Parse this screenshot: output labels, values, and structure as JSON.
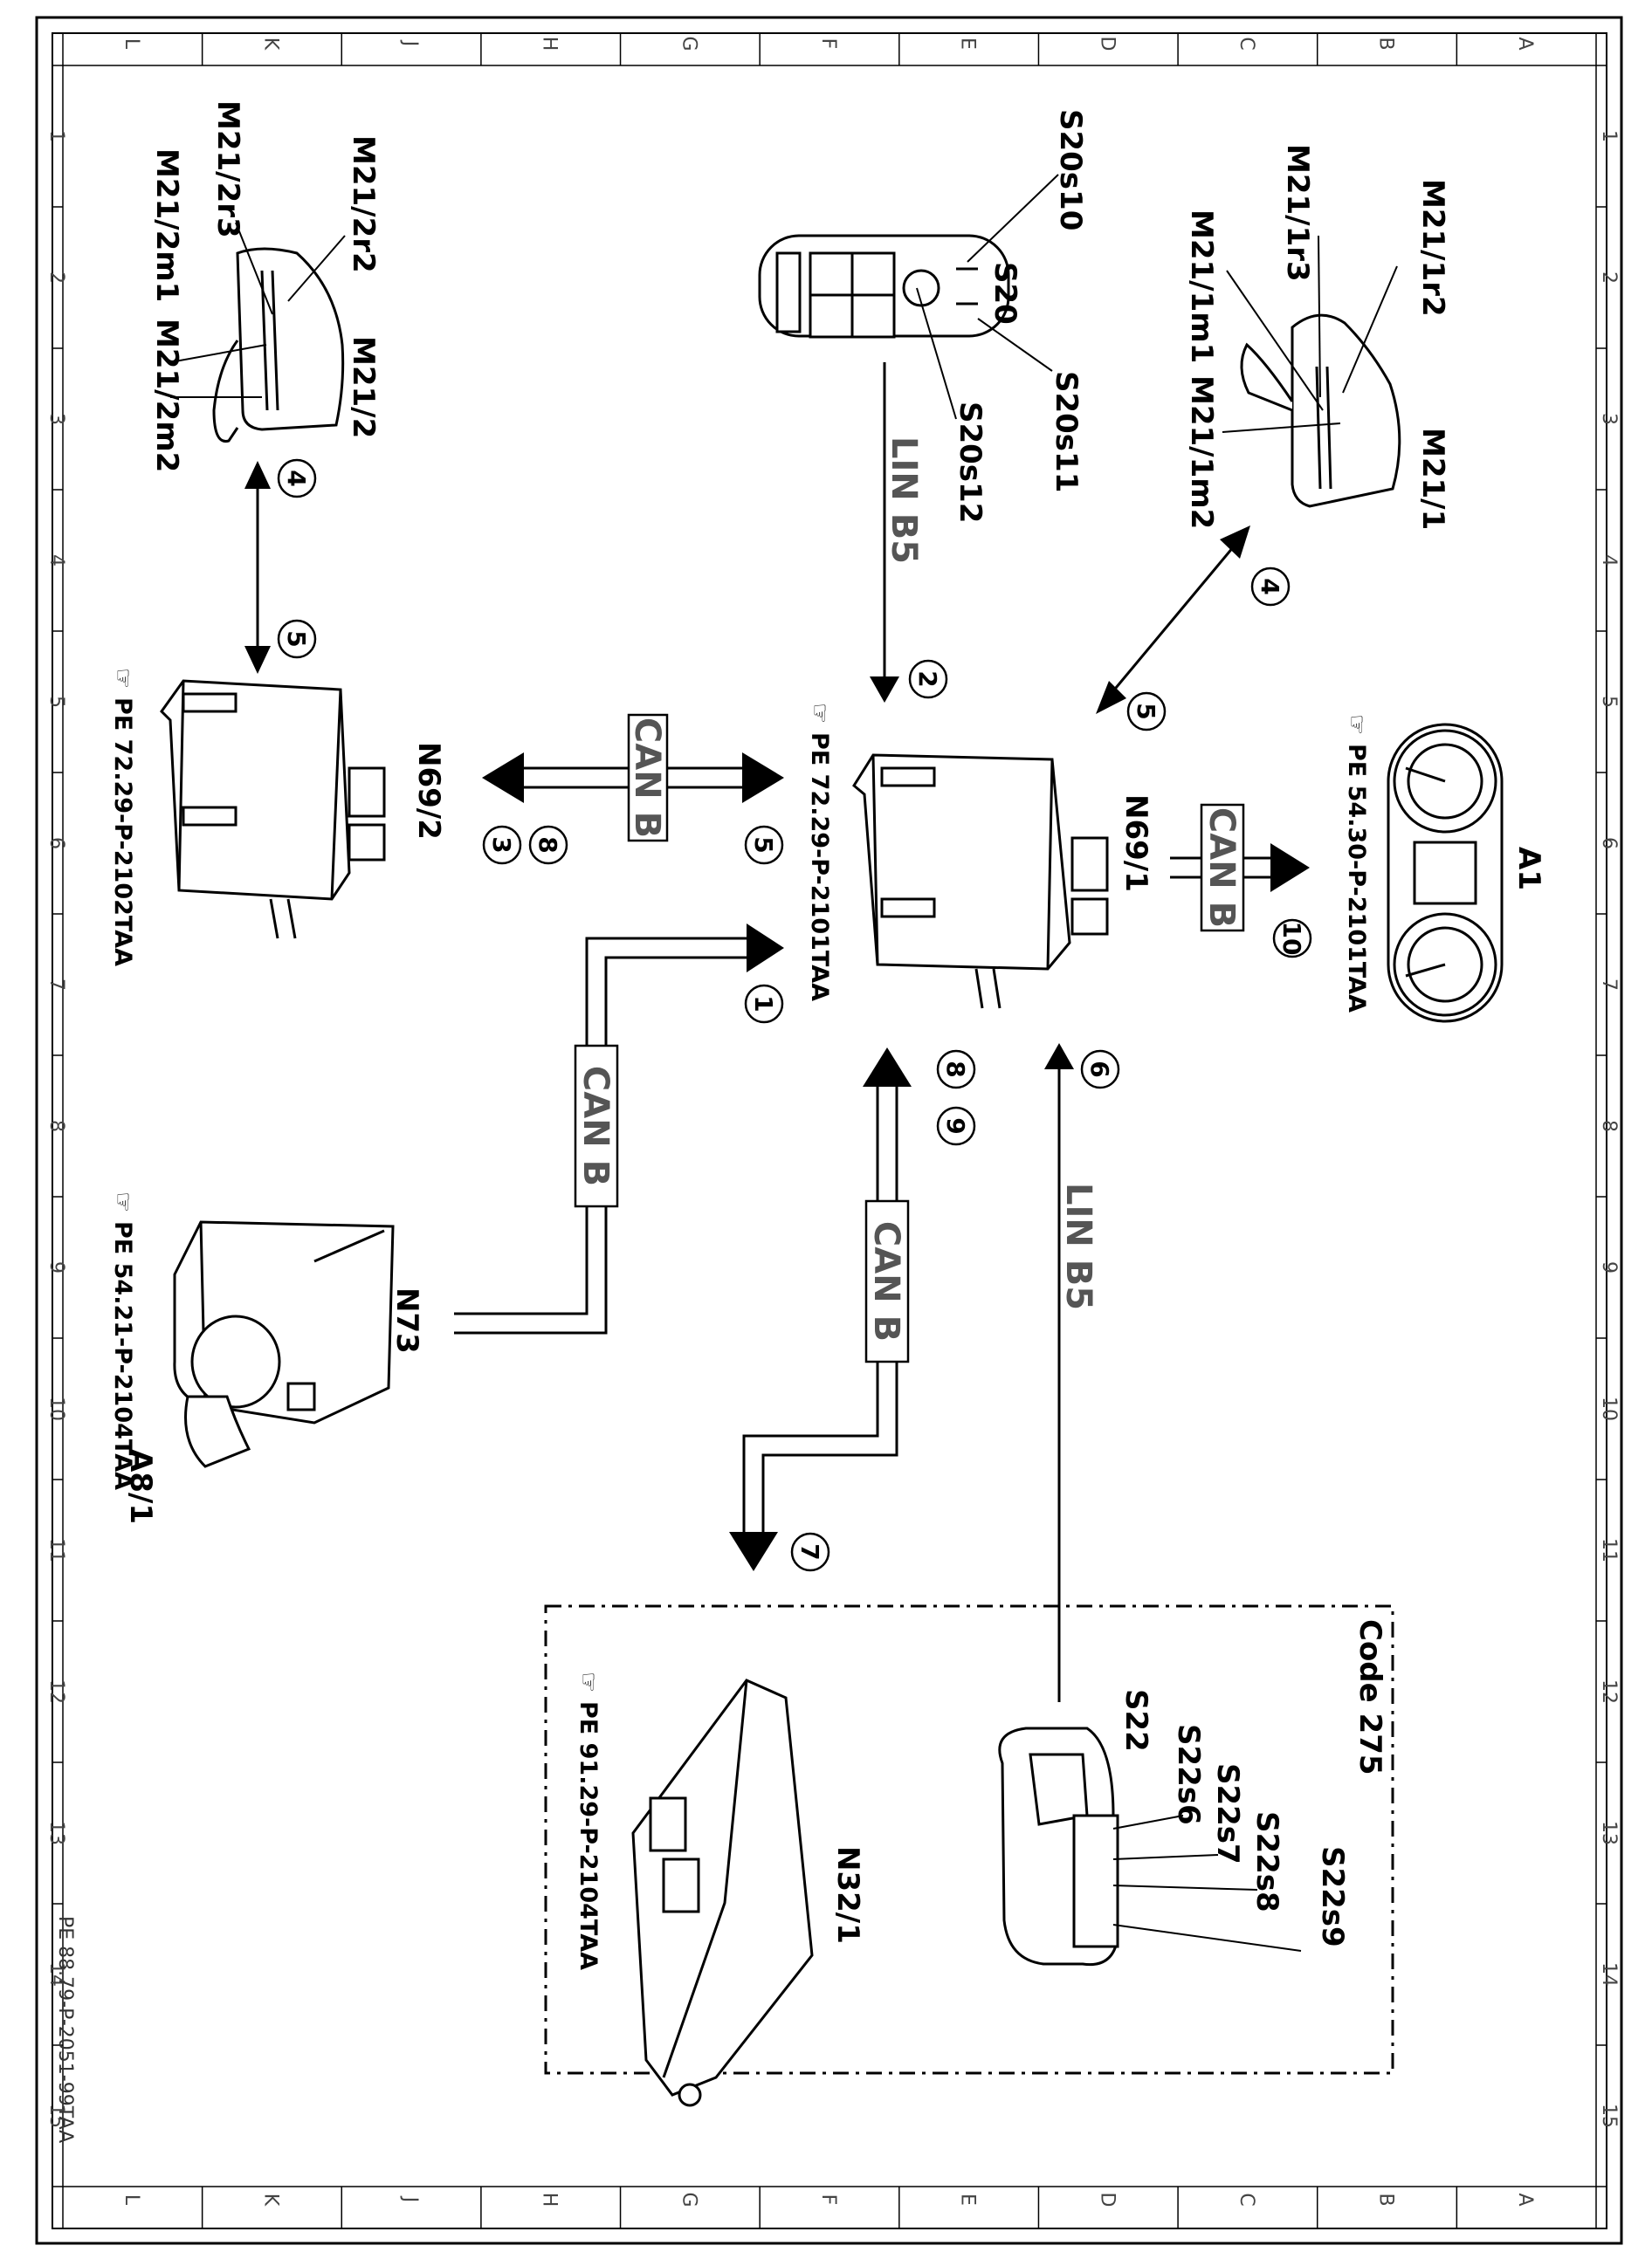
{
  "border": {
    "letters": [
      "L",
      "K",
      "J",
      "H",
      "G",
      "F",
      "E",
      "D",
      "C",
      "B",
      "A"
    ],
    "numbers": [
      "1",
      "2",
      "3",
      "4",
      "5",
      "6",
      "7",
      "8",
      "9",
      "10",
      "11",
      "12",
      "13",
      "14",
      "15"
    ]
  },
  "components": {
    "m21_2": {
      "label": "M21/2",
      "r2": "M21/2r2",
      "r3": "M21/2r3",
      "m1": "M21/2m1",
      "m2": "M21/2m2"
    },
    "s20": {
      "label": "S20",
      "s10": "S20s10",
      "s11": "S20s11",
      "s12": "S20s12"
    },
    "m21_1": {
      "label": "M21/1",
      "r2": "M21/1r2",
      "r3": "M21/1r3",
      "m1": "M21/1m1",
      "m2": "M21/1m2"
    },
    "n69_2": {
      "label": "N69/2",
      "pe": "PE 72.29-P-2102TAA"
    },
    "n69_1": {
      "label": "N69/1",
      "pe": "PE 72.29-P-2101TAA"
    },
    "a1": {
      "label": "A1",
      "pe": "PE 54.30-P-2101TAA"
    },
    "n73": {
      "label": "N73"
    },
    "a8_1": {
      "label": "A8/1",
      "pe": "PE 54.21-P-2104TAA"
    },
    "n32_1": {
      "label": "N32/1",
      "pe": "PE 91.29-P-2104TAA"
    },
    "s22": {
      "label": "S22",
      "s6": "S22s6",
      "s7": "S22s7",
      "s8": "S22s8",
      "s9": "S22s9"
    }
  },
  "code_box": {
    "label": "Code 275"
  },
  "bus_labels": {
    "can": "CAN B",
    "lin": "LIN B5"
  },
  "step_numbers": {
    "s1": "1",
    "s2": "2",
    "s3": "3",
    "s4a": "4",
    "s4b": "4",
    "s5a": "5",
    "s5b": "5",
    "s5c": "5",
    "s6": "6",
    "s7": "7",
    "s8a": "8",
    "s8b": "8",
    "s9": "9",
    "s10": "10"
  },
  "footer": {
    "doc_id": "PE 88.79-P-2051-99TAA"
  }
}
